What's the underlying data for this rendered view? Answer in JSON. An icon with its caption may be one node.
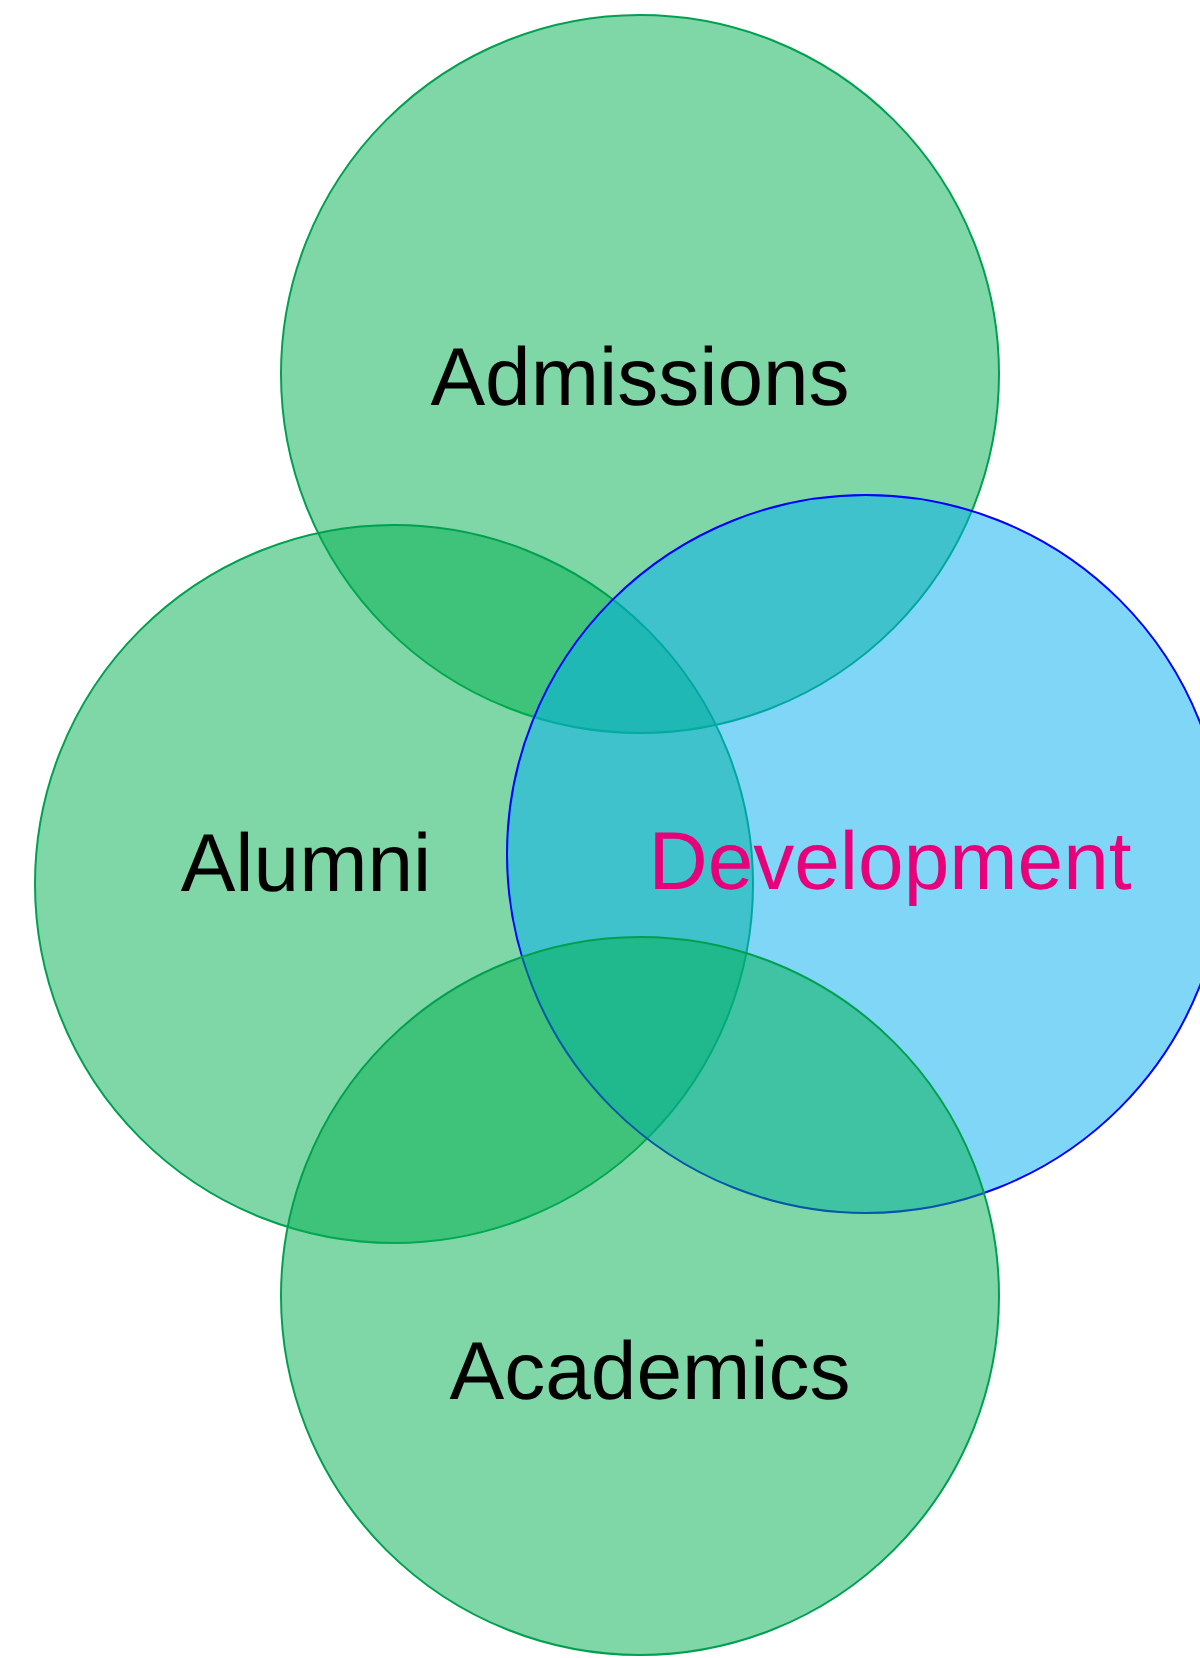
{
  "diagram": {
    "nodes": [
      {
        "text": [
          "Admissions"
        ]
      },
      {
        "text": [
          "Alumni"
        ]
      },
      {
        "text": [
          "Development"
        ]
      },
      {
        "text": [
          "Academics"
        ]
      }
    ]
  }
}
